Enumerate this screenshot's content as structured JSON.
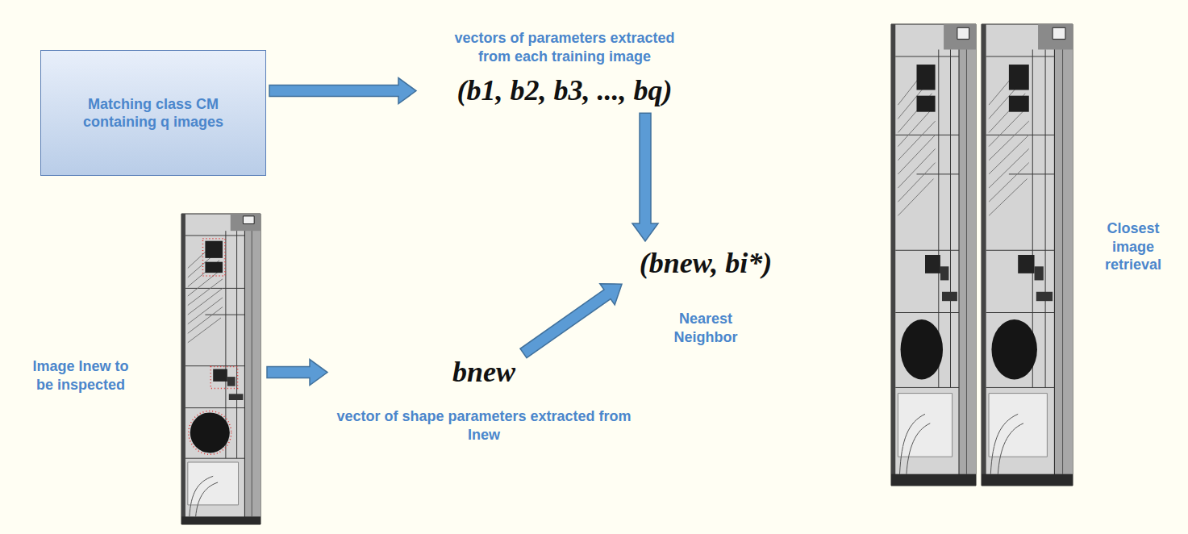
{
  "diagram": {
    "nodes": [
      {
        "text": [
          "Matching class CM containing q images"
        ]
      },
      {
        "text": [
          "vectors of parameters extracted from each training image",
          "(b1, b2, b3, ..., bq)"
        ]
      },
      {
        "text": [
          "(bnew, bi*)",
          "Nearest Neighbor"
        ]
      },
      {
        "text": [
          "Image Inew to be inspected"
        ]
      },
      {
        "text": [
          "bnew",
          "vector of shape parameters extracted from Inew"
        ]
      }
    ],
    "edges": [
      {
        "from": 0,
        "to": 1,
        "arrow": "to"
      },
      {
        "from": 1,
        "to": 2,
        "arrow": "to"
      },
      {
        "from": 3,
        "to": 4,
        "arrow": "to"
      },
      {
        "from": 4,
        "to": 2,
        "arrow": "to"
      }
    ],
    "labels": [
      "Closest image retrieval"
    ]
  }
}
